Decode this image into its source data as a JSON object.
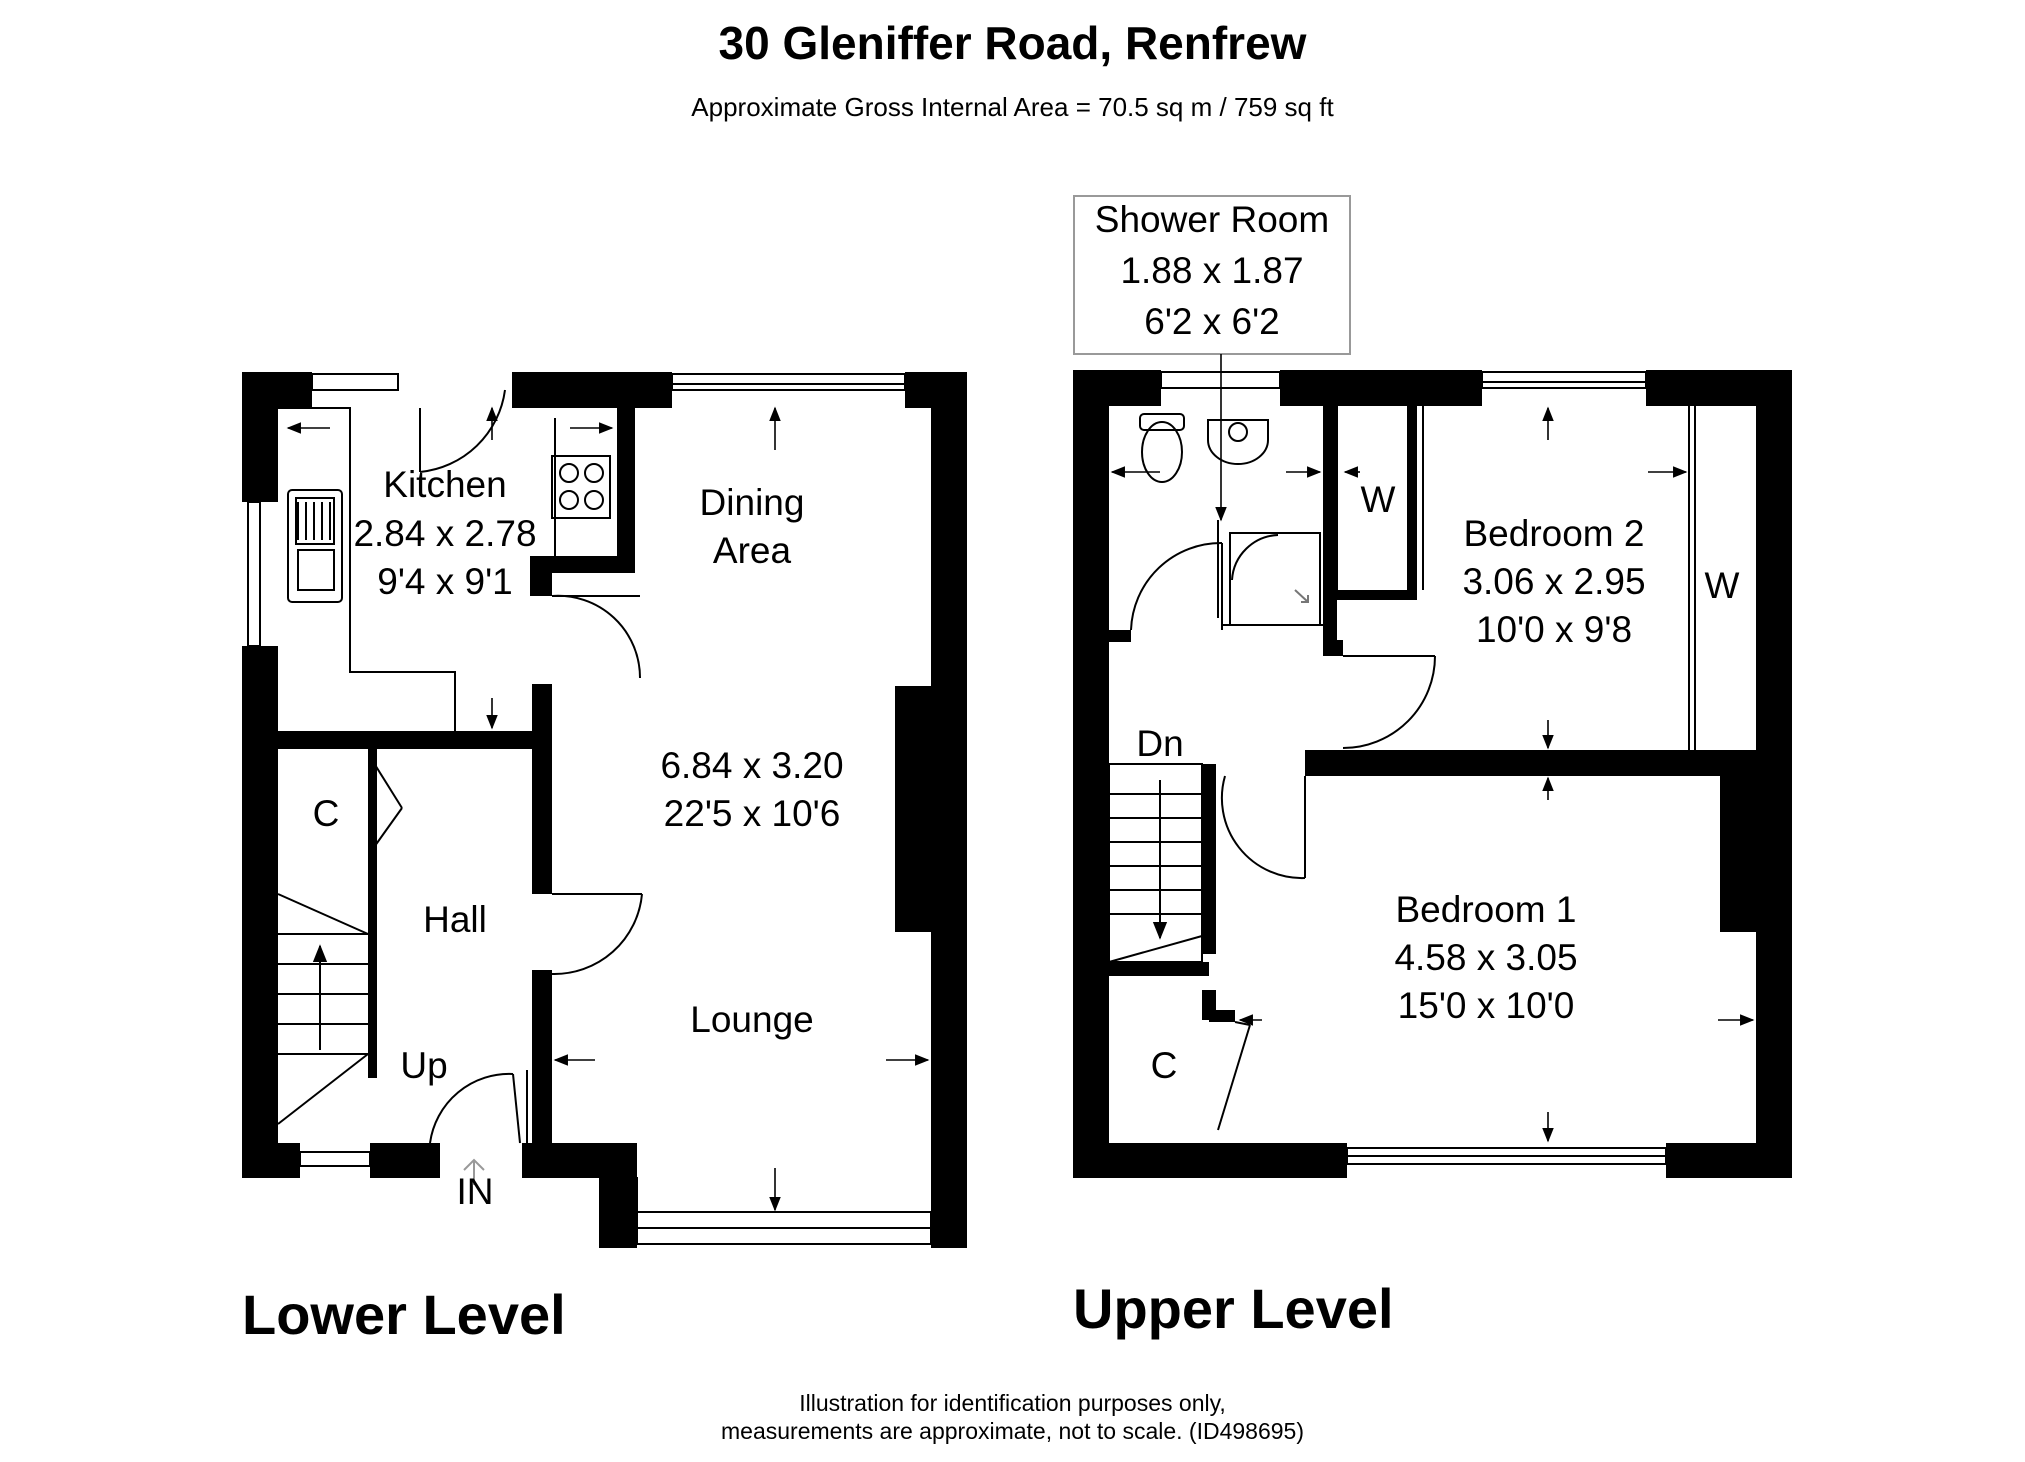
{
  "header": {
    "title": "30 Gleniffer Road, Renfrew",
    "area": "Approximate Gross Internal Area = 70.5 sq m / 759 sq ft"
  },
  "levels": {
    "lower": "Lower Level",
    "upper": "Upper Level"
  },
  "rooms": {
    "kitchen": {
      "name": "Kitchen",
      "metric": "2.84 x 2.78",
      "imperial": "9'4 x 9'1"
    },
    "dining": {
      "name_line1": "Dining",
      "name_line2": "Area"
    },
    "lounge": {
      "name": "Lounge",
      "metric": "6.84 x 3.20",
      "imperial": "22'5 x 10'6"
    },
    "hall": {
      "name": "Hall"
    },
    "lower_cupboard": {
      "name": "C"
    },
    "stairs_up": {
      "name": "Up"
    },
    "entrance": {
      "name": "IN"
    },
    "shower_room": {
      "name": "Shower Room",
      "metric": "1.88 x 1.87",
      "imperial": "6'2 x 6'2"
    },
    "bedroom2": {
      "name": "Bedroom 2",
      "metric": "3.06 x 2.95",
      "imperial": "10'0 x 9'8"
    },
    "bedroom1": {
      "name": "Bedroom 1",
      "metric": "4.58 x 3.05",
      "imperial": "15'0 x 10'0"
    },
    "wardrobe_small": {
      "name": "W"
    },
    "wardrobe_large": {
      "name": "W"
    },
    "stairs_down": {
      "name": "Dn"
    },
    "upper_cupboard": {
      "name": "C"
    }
  },
  "footer": {
    "line1": "Illustration for identification purposes only,",
    "line2": "measurements are approximate, not to scale. (ID498695)"
  }
}
